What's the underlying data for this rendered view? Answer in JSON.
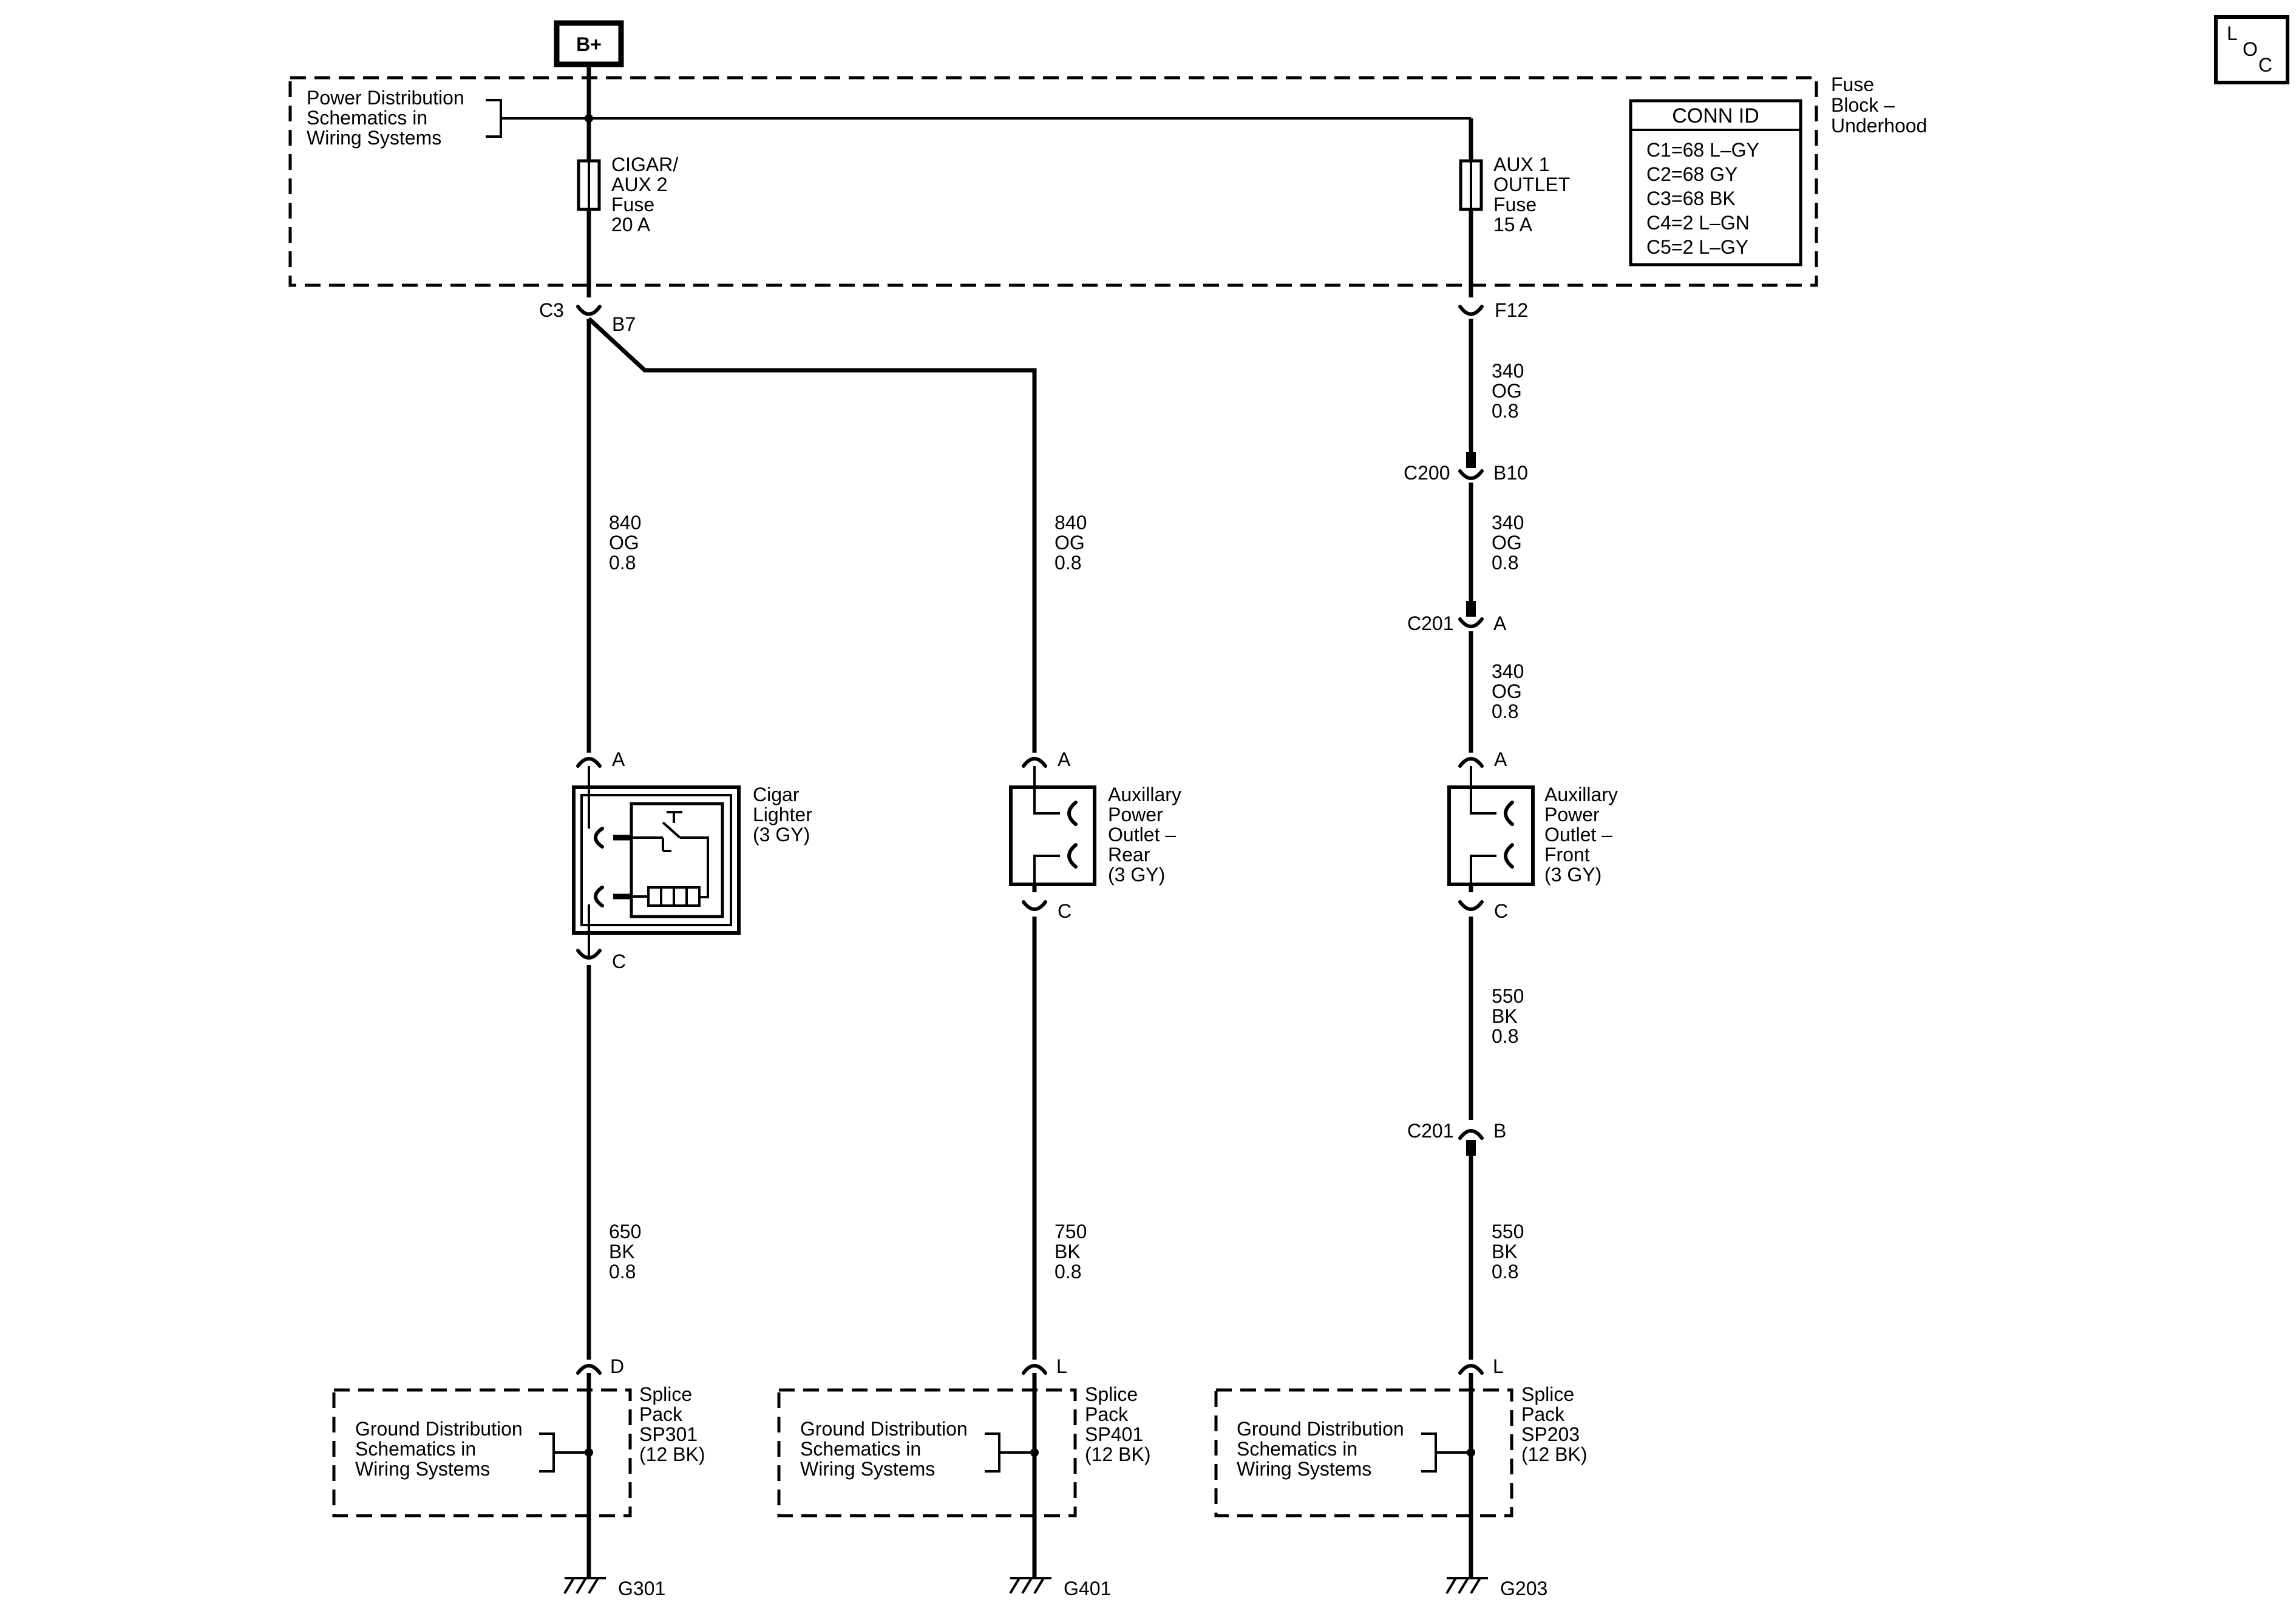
{
  "battery": {
    "label": "B+"
  },
  "loc_icon": {
    "l": "L",
    "o": "O",
    "c": "C",
    "name": "loc-icon"
  },
  "fuse_block": {
    "label": [
      "Fuse",
      "Block –",
      "Underhood"
    ],
    "power_ref": [
      "Power Distribution",
      "Schematics in",
      "Wiring Systems"
    ],
    "conn_id": {
      "title": "CONN ID",
      "rows": [
        "C1=68 L–GY",
        "C2=68 GY",
        "C3=68 BK",
        "C4=2 L–GN",
        "C5=2 L–GY"
      ]
    },
    "fuse_left": [
      "CIGAR/",
      "AUX 2",
      "Fuse",
      "20 A"
    ],
    "fuse_right": [
      "AUX 1",
      "OUTLET",
      "Fuse",
      "15 A"
    ]
  },
  "connectors": {
    "c3": "C3",
    "b7": "B7",
    "f12": "F12",
    "c200": "C200",
    "b10": "B10",
    "c201_a_conn": "C201",
    "c201_a_pin": "A",
    "c201_b_conn": "C201",
    "c201_b_pin": "B"
  },
  "wires": {
    "w840_left": [
      "840",
      "OG",
      "0.8"
    ],
    "w840_mid": [
      "840",
      "OG",
      "0.8"
    ],
    "w340_1": [
      "340",
      "OG",
      "0.8"
    ],
    "w340_2": [
      "340",
      "OG",
      "0.8"
    ],
    "w340_3": [
      "340",
      "OG",
      "0.8"
    ],
    "w550_1": [
      "550",
      "BK",
      "0.8"
    ],
    "w550_2": [
      "550",
      "BK",
      "0.8"
    ],
    "w650": [
      "650",
      "BK",
      "0.8"
    ],
    "w750": [
      "750",
      "BK",
      "0.8"
    ]
  },
  "components": {
    "cigar": {
      "name": [
        "Cigar",
        "Lighter",
        "(3 GY)"
      ],
      "pin_top": "A",
      "pin_bottom": "C"
    },
    "aux_rear": {
      "name": [
        "Auxillary",
        "Power",
        "Outlet –",
        "Rear",
        "(3 GY)"
      ],
      "pin_top": "A",
      "pin_bottom": "C"
    },
    "aux_front": {
      "name": [
        "Auxillary",
        "Power",
        "Outlet –",
        "Front",
        "(3 GY)"
      ],
      "pin_top": "A",
      "pin_bottom": "C"
    }
  },
  "grounds": {
    "left": {
      "pin": "D",
      "splice": [
        "Splice",
        "Pack",
        "SP301",
        "(12 BK)"
      ],
      "ref": [
        "Ground Distribution",
        "Schematics in",
        "Wiring Systems"
      ],
      "ground": "G301"
    },
    "mid": {
      "pin": "L",
      "splice": [
        "Splice",
        "Pack",
        "SP401",
        "(12 BK)"
      ],
      "ref": [
        "Ground Distribution",
        "Schematics in",
        "Wiring Systems"
      ],
      "ground": "G401"
    },
    "right": {
      "pin": "L",
      "splice": [
        "Splice",
        "Pack",
        "SP203",
        "(12 BK)"
      ],
      "ref": [
        "Ground Distribution",
        "Schematics in",
        "Wiring Systems"
      ],
      "ground": "G203"
    }
  }
}
